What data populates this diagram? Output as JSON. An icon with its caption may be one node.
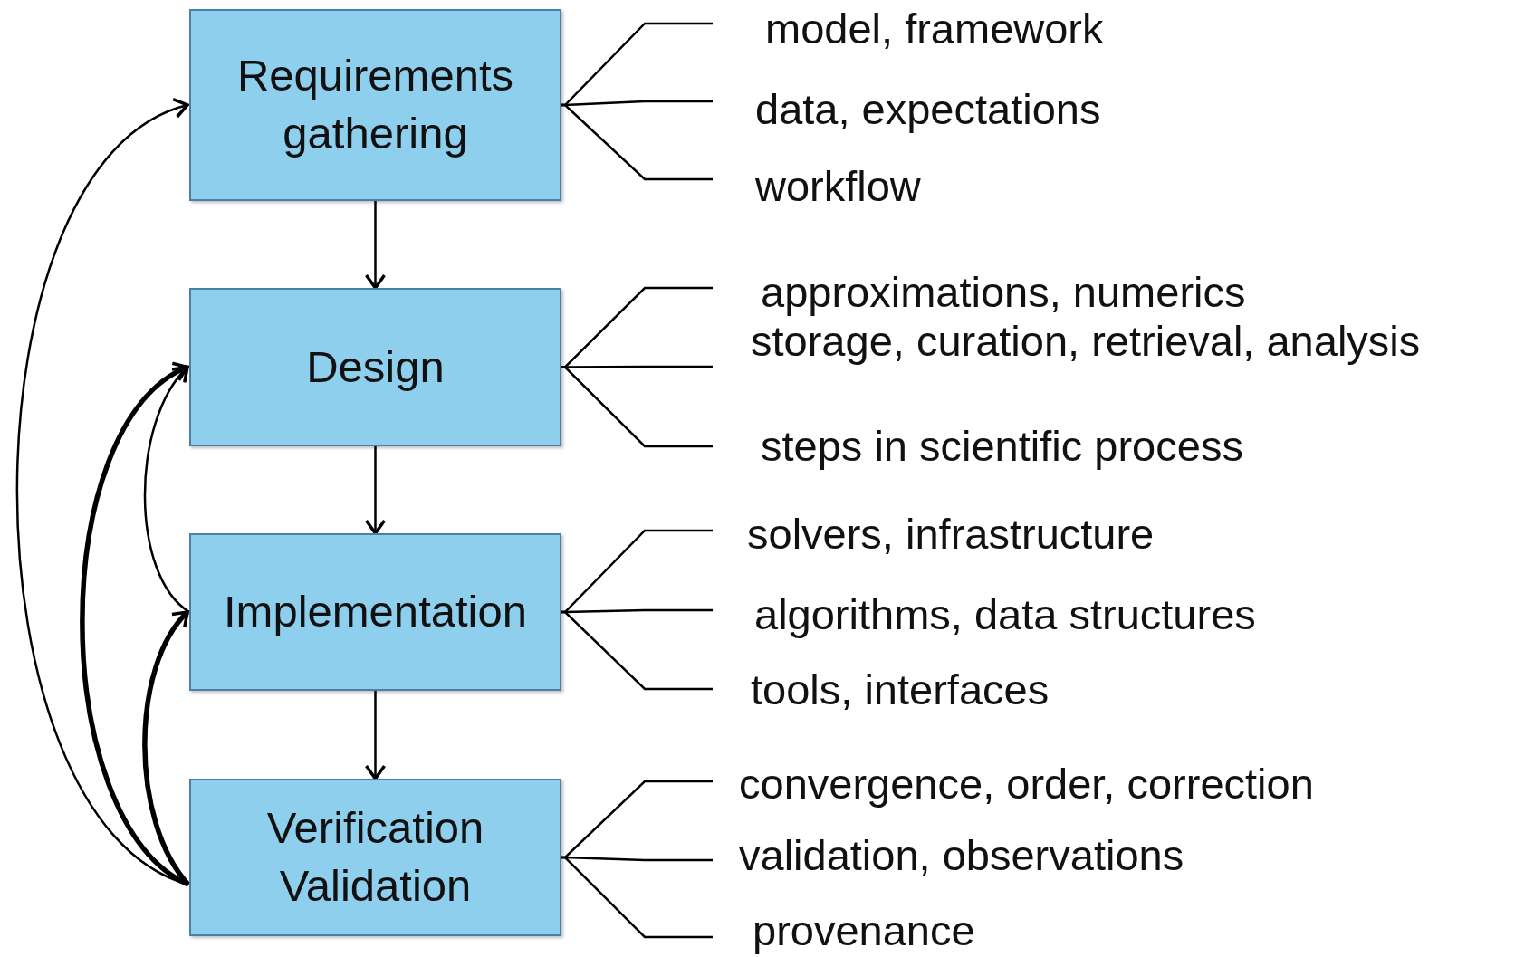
{
  "diagram": {
    "nodes": [
      {
        "text": [
          "Requirements gathering"
        ]
      },
      {
        "text": [
          "model, framework"
        ]
      },
      {
        "text": [
          "data, expectations"
        ]
      },
      {
        "text": [
          "workflow"
        ]
      },
      {
        "text": [
          "Design"
        ]
      },
      {
        "text": [
          "approximations, numerics"
        ]
      },
      {
        "text": [
          "storage, curation, retrieval, analysis"
        ]
      },
      {
        "text": [
          "steps in scientific process"
        ]
      },
      {
        "text": [
          "Implementation"
        ]
      },
      {
        "text": [
          "solvers, infrastructure"
        ]
      },
      {
        "text": [
          "algorithms, data structures"
        ]
      },
      {
        "text": [
          "tools, interfaces"
        ]
      },
      {
        "text": [
          "Verification Validation"
        ]
      },
      {
        "text": [
          "convergence, order, correction"
        ]
      },
      {
        "text": [
          "validation, observations"
        ]
      },
      {
        "text": [
          "provenance"
        ]
      }
    ],
    "edges": [
      {
        "from": 0,
        "to": 4,
        "arrow": "to"
      },
      {
        "from": 4,
        "to": 8,
        "arrow": "to"
      },
      {
        "from": 8,
        "to": 12,
        "arrow": "to"
      },
      {
        "from": 12,
        "to": 0,
        "arrow": "to"
      },
      {
        "from": 12,
        "to": 4,
        "arrow": "to",
        "style": "thick"
      },
      {
        "from": 8,
        "to": 4,
        "arrow": "to"
      },
      {
        "from": 12,
        "to": 8,
        "arrow": "to",
        "style": "thick"
      },
      {
        "from": 0,
        "to": 1,
        "arrow": "none"
      },
      {
        "from": 0,
        "to": 2,
        "arrow": "none"
      },
      {
        "from": 0,
        "to": 3,
        "arrow": "none"
      },
      {
        "from": 4,
        "to": 5,
        "arrow": "none"
      },
      {
        "from": 4,
        "to": 6,
        "arrow": "none"
      },
      {
        "from": 4,
        "to": 7,
        "arrow": "none"
      },
      {
        "from": 8,
        "to": 9,
        "arrow": "none"
      },
      {
        "from": 8,
        "to": 10,
        "arrow": "none"
      },
      {
        "from": 8,
        "to": 11,
        "arrow": "none"
      },
      {
        "from": 12,
        "to": 13,
        "arrow": "none"
      },
      {
        "from": 12,
        "to": 14,
        "arrow": "none"
      },
      {
        "from": 12,
        "to": 15,
        "arrow": "none"
      }
    ]
  }
}
